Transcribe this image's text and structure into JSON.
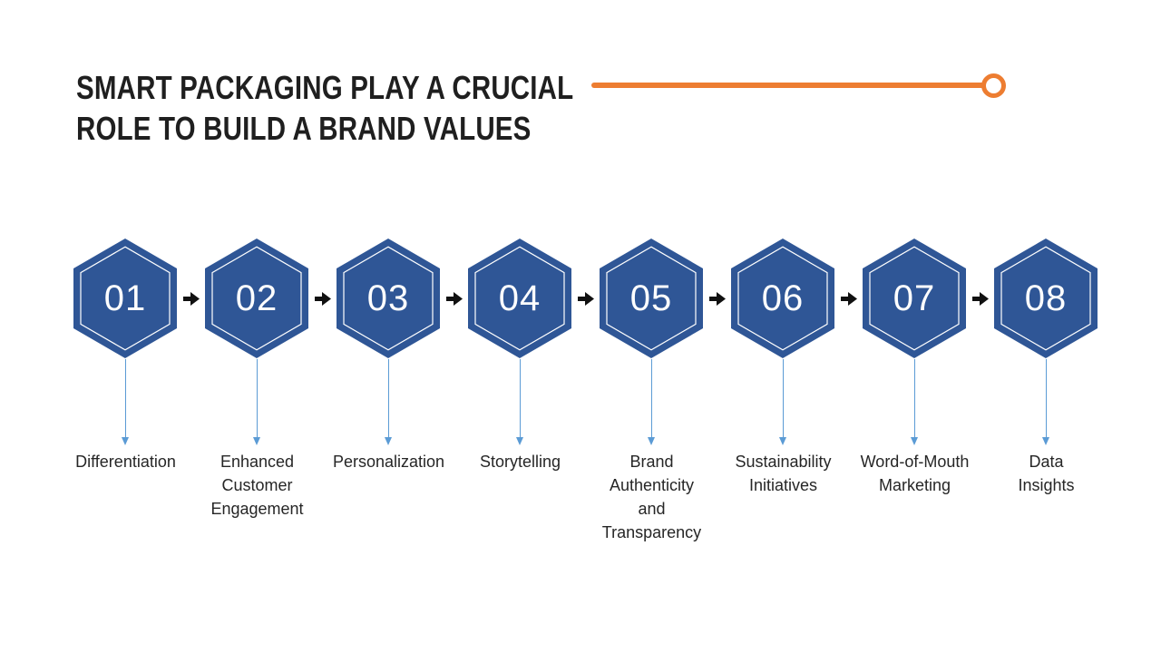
{
  "slide": {
    "title_lines": [
      "SMART PACKAGING PLAY A CRUCIAL",
      "ROLE TO BUILD A BRAND VALUES"
    ],
    "colors": {
      "hexagon_fill": "#2F5696",
      "accent_orange": "#ED7D31",
      "connector_blue": "#5B9BD5",
      "arrow_black": "#111111",
      "text_dark": "#262626"
    }
  },
  "steps": [
    {
      "number": "01",
      "label": [
        "Differentiation"
      ]
    },
    {
      "number": "02",
      "label": [
        "Enhanced",
        "Customer",
        "Engagement"
      ]
    },
    {
      "number": "03",
      "label": [
        "Personalization"
      ]
    },
    {
      "number": "04",
      "label": [
        "Storytelling"
      ]
    },
    {
      "number": "05",
      "label": [
        "Brand",
        "Authenticity",
        "and",
        "Transparency"
      ]
    },
    {
      "number": "06",
      "label": [
        "Sustainability",
        "Initiatives"
      ]
    },
    {
      "number": "07",
      "label": [
        "Word-of-Mouth",
        "Marketing"
      ]
    },
    {
      "number": "08",
      "label": [
        "Data",
        "Insights"
      ]
    }
  ]
}
